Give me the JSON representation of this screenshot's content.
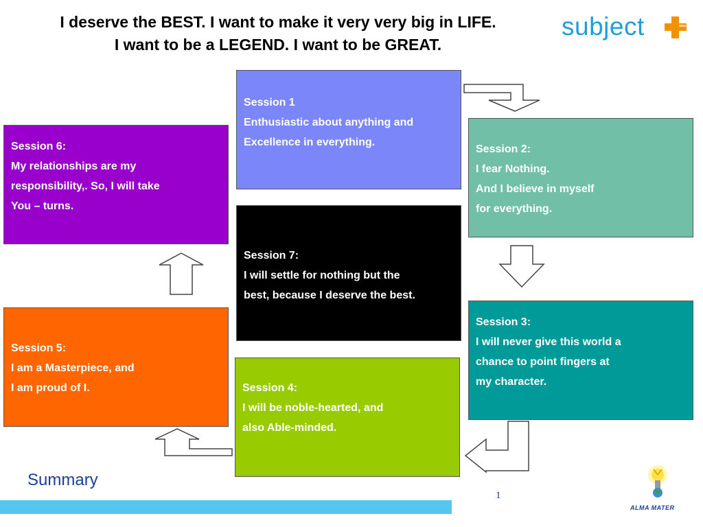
{
  "slide": {
    "title_line1": "I deserve the BEST. I want to make it very very big in LIFE.",
    "title_line2": "I want to be a LEGEND. I want to be GREAT.",
    "logo_text": "subject",
    "logo_symbol": "+",
    "summary": "Summary",
    "page_number": "1",
    "footer_logo_text": "ALMA MATER"
  },
  "sessions": {
    "s1": "Session 1\nEnthusiastic about anything and\nExcellence in everything.",
    "s2": "Session 2:\nI fear Nothing.\nAnd I believe in myself\nfor  everything.",
    "s3": "Session 3:\nI will never give this world a\nchance to point fingers at\nmy character.",
    "s4": "Session 4:\nI will be noble-hearted, and\nalso Able-minded.",
    "s5": "Session 5:\nI am a Masterpiece, and\nI am proud of I.",
    "s6": "Session 6:\nMy relationships are my\nresponsibility,. So, I will take\nYou – turns.",
    "s7": "Session 7:\nI will settle for nothing but the\nbest, because I deserve the best."
  },
  "colors": {
    "session1": "#7b86f8",
    "session2": "#70bfa6",
    "session3": "#009a99",
    "session4": "#99cc00",
    "session5": "#ff6600",
    "session6": "#9900cc",
    "session7": "#000000",
    "logo_blue": "#1e9fd8",
    "logo_plus": "#f39200",
    "footer_bar": "#55c6ee"
  },
  "icons": [
    "bent-arrow-right-down-icon",
    "arrow-down-icon",
    "bent-arrow-down-left-icon",
    "bent-arrow-left-up-icon",
    "arrow-up-icon",
    "alma-mater-logo"
  ]
}
